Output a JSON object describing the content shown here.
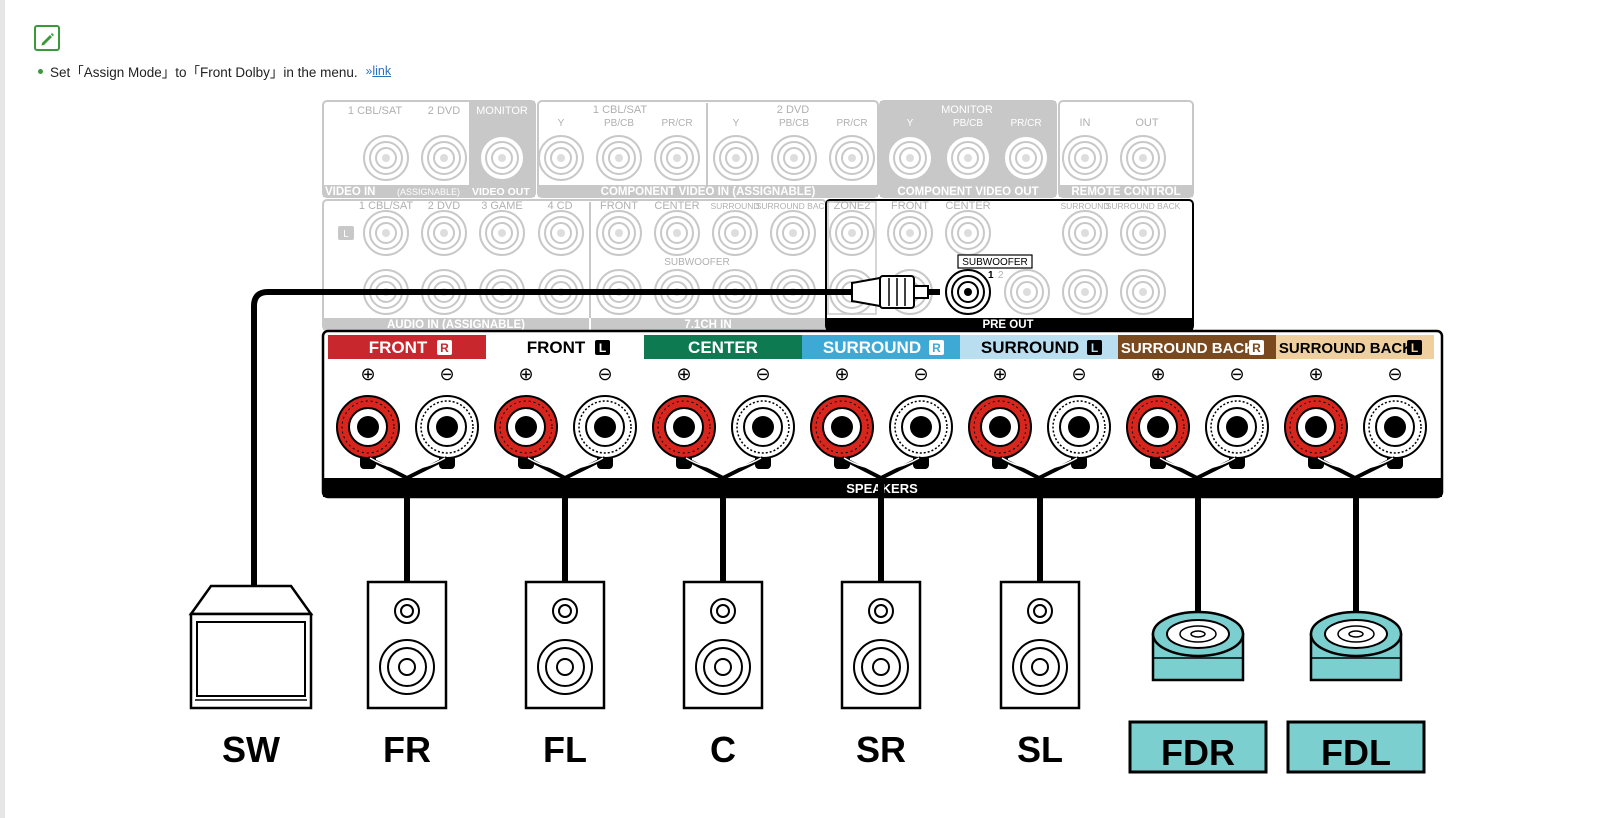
{
  "note": {
    "text": "Set「Assign Mode」to「Front Dolby」in the menu.",
    "arrow": "»",
    "link_label": "link",
    "icon": "pencil-icon"
  },
  "panel": {
    "video_in": {
      "inputs": [
        "1 CBL/SAT",
        "2 DVD"
      ],
      "monitor": "MONITOR",
      "caption": "VIDEO IN",
      "caption_small": "(ASSIGNABLE)",
      "out_caption": "VIDEO OUT"
    },
    "component_in": {
      "groups": [
        "1 CBL/SAT",
        "2 DVD"
      ],
      "channels": [
        "Y",
        "PB/CB",
        "PR/CR"
      ],
      "caption": "COMPONENT VIDEO IN (ASSIGNABLE)"
    },
    "component_out": {
      "title": "MONITOR",
      "channels": [
        "Y",
        "PB/CB",
        "PR/CR"
      ],
      "caption": "COMPONENT VIDEO OUT"
    },
    "remote": {
      "labels": [
        "IN",
        "OUT"
      ],
      "caption": "REMOTE CONTROL"
    },
    "audio_in": {
      "inputs": [
        "1 CBL/SAT",
        "2 DVD",
        "3 GAME",
        "4 CD"
      ],
      "l_badge": "L",
      "caption": "AUDIO IN (ASSIGNABLE)"
    },
    "ch71": {
      "labels": [
        "FRONT",
        "CENTER",
        "SURROUND",
        "SURROUND BACK"
      ],
      "sub_label": "SUBWOOFER",
      "caption": "7.1CH IN"
    },
    "preout": {
      "labels": [
        "ZONE2",
        "FRONT",
        "CENTER",
        "SURROUND",
        "SURROUND BACK"
      ],
      "subwoofer": "SUBWOOFER",
      "sub1": "1",
      "sub2": "2",
      "caption": "PRE OUT"
    }
  },
  "speaker_terminals": {
    "caption": "SPEAKERS",
    "plus": "⊕",
    "minus": "⊖",
    "channels": [
      {
        "label": "FRONT",
        "badge": "R",
        "bg": "#c8282d",
        "fg": "#ffffff"
      },
      {
        "label": "FRONT",
        "badge": "L",
        "bg": "#ffffff",
        "fg": "#000000"
      },
      {
        "label": "CENTER",
        "badge": "",
        "bg": "#0e7a52",
        "fg": "#ffffff"
      },
      {
        "label": "SURROUND",
        "badge": "R",
        "bg": "#3fa9d6",
        "fg": "#ffffff"
      },
      {
        "label": "SURROUND",
        "badge": "L",
        "bg": "#b8def0",
        "fg": "#000000"
      },
      {
        "label": "SURROUND BACK",
        "badge": "R",
        "bg": "#7a4a1e",
        "fg": "#ffffff"
      },
      {
        "label": "SURROUND BACK",
        "badge": "L",
        "bg": "#f0cf9f",
        "fg": "#000000"
      }
    ]
  },
  "speakers": [
    {
      "label": "SW",
      "type": "subwoofer"
    },
    {
      "label": "FR",
      "type": "bookshelf"
    },
    {
      "label": "FL",
      "type": "bookshelf"
    },
    {
      "label": "C",
      "type": "bookshelf"
    },
    {
      "label": "SR",
      "type": "bookshelf"
    },
    {
      "label": "SL",
      "type": "bookshelf"
    },
    {
      "label": "FDR",
      "type": "dolby-module",
      "label_bg": "#7ccfcf"
    },
    {
      "label": "FDL",
      "type": "dolby-module",
      "label_bg": "#7ccfcf"
    }
  ],
  "colors": {
    "red_terminal": "#d7261e",
    "panel_gray": "#c8c8c8",
    "cable": "#000000",
    "dolby": "#7ccfcf"
  }
}
